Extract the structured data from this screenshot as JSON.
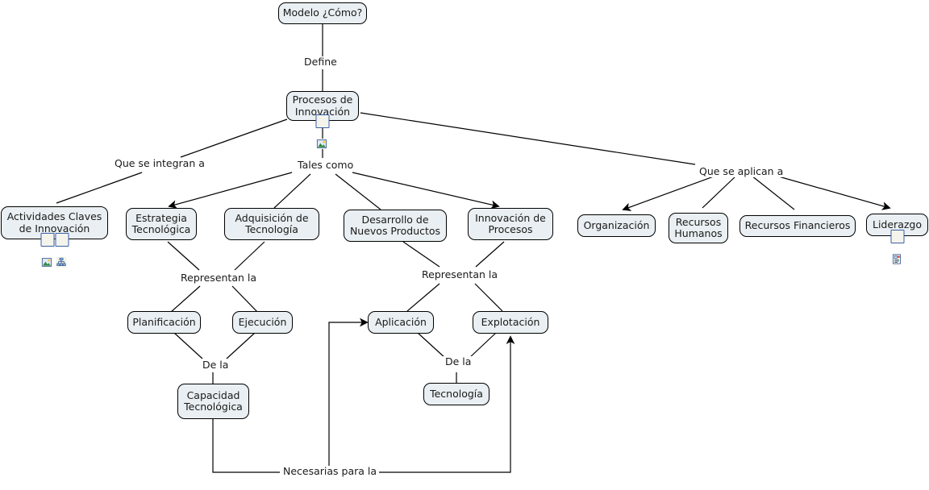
{
  "diagram": {
    "title": "Modelo ¿Cómo? - Procesos de Innovación",
    "background_color": "#ffffff",
    "node_fill_color": "#e9eff2",
    "node_border_color": "#000000",
    "edge_color": "#000000"
  },
  "nodes": {
    "modelo_como": {
      "label": "Modelo ¿Cómo?"
    },
    "procesos_innovacion": {
      "label": "Procesos de\nInnovación"
    },
    "actividades_claves": {
      "label": "Actividades Claves\nde Innovación"
    },
    "estrategia_tecnologica": {
      "label": "Estrategia\nTecnológica"
    },
    "adquisicion_tecnologia": {
      "label": "Adquisición de\nTecnología"
    },
    "desarrollo_nuevos_productos": {
      "label": "Desarrollo de\nNuevos Productos"
    },
    "innovacion_procesos": {
      "label": "Innovación de\nProcesos"
    },
    "organizacion": {
      "label": "Organización"
    },
    "recursos_humanos": {
      "label": "Recursos\nHumanos"
    },
    "recursos_financieros": {
      "label": "Recursos Financieros"
    },
    "liderazgo": {
      "label": "Liderazgo"
    },
    "planificacion": {
      "label": "Planificación"
    },
    "ejecucion": {
      "label": "Ejecución"
    },
    "aplicacion": {
      "label": "Aplicación"
    },
    "explotacion": {
      "label": "Explotación"
    },
    "capacidad_tecnologica": {
      "label": "Capacidad\nTecnológica"
    },
    "tecnologia": {
      "label": "Tecnología"
    }
  },
  "link_labels": {
    "define": "Define",
    "que_se_integran_a": "Que se integran a",
    "tales_como": "Tales como",
    "que_se_aplican_a": "Que se aplican a",
    "representan_la_left": "Representan la",
    "representan_la_right": "Representan la",
    "de_la_left": "De la",
    "de_la_right": "De la",
    "necesarias_para_la": "Necesarias para la"
  },
  "icons": {
    "procesos_innovacion": [
      "picture-icon"
    ],
    "actividades_claves": [
      "picture-icon",
      "concept-map-icon"
    ],
    "liderazgo": [
      "document-resource-icon"
    ]
  }
}
